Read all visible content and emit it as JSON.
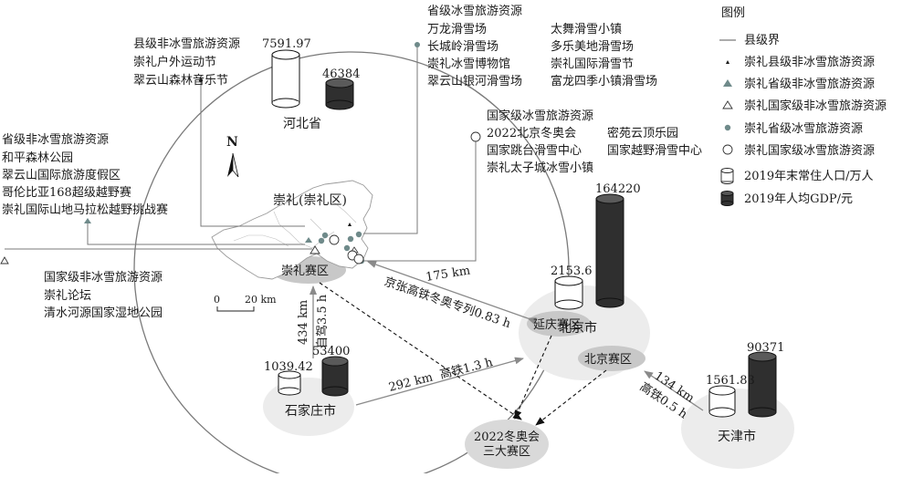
{
  "legend": {
    "title": "图例",
    "items": [
      {
        "symbol": "line",
        "label": "县级界"
      },
      {
        "symbol": "small-triangle",
        "label": "崇礼县级非冰雪旅游资源"
      },
      {
        "symbol": "filled-triangle",
        "label": "崇礼省级非冰雪旅游资源"
      },
      {
        "symbol": "open-triangle",
        "label": "崇礼国家级非冰雪旅游资源"
      },
      {
        "symbol": "filled-circle",
        "label": "崇礼省级冰雪旅游资源"
      },
      {
        "symbol": "open-circle",
        "label": "崇礼国家级冰雪旅游资源"
      },
      {
        "symbol": "white-cylinder",
        "label": "2019年末常住人口/万人"
      },
      {
        "symbol": "black-cylinder",
        "label": "2019年人均GDP/元"
      }
    ]
  },
  "province": {
    "name": "河北省",
    "population": "7591.97",
    "gdp": "46384"
  },
  "cities": {
    "beijing": {
      "name": "北京市",
      "population": "2153.6",
      "gdp": "164220"
    },
    "tianjin": {
      "name": "天津市",
      "population": "1561.83",
      "gdp": "90371"
    },
    "shijiazhuang": {
      "name": "石家庄市",
      "population": "1039.42",
      "gdp": "53400"
    }
  },
  "zones": {
    "chongli": "崇礼赛区",
    "yanqing": "延庆赛区",
    "beijing": "北京赛区",
    "olympic": [
      "2022冬奥会",
      "三大赛区"
    ]
  },
  "district_label": "崇礼(崇礼区)",
  "scale": {
    "zero": "0",
    "dist": "20 km"
  },
  "north": "N",
  "routes": {
    "hsr_beijing": {
      "dist": "175 km",
      "desc": "京张高铁冬奥专列0.83 h"
    },
    "drive_sjz": {
      "dist": "434 km",
      "desc": "自驾3.5 h"
    },
    "hsr_sjz": {
      "dist": "292 km",
      "desc": "高铁1.3 h"
    },
    "hsr_tianjin": {
      "dist": "134 km",
      "desc": "高铁0.5 h"
    }
  },
  "callouts": {
    "county_non_snow": [
      "县级非冰雪旅游资源",
      "崇礼户外运动节",
      "翠云山森林音乐节"
    ],
    "prov_snow": [
      [
        "省级冰雪旅游资源"
      ],
      [
        "万龙滑雪场",
        "太舞滑雪小镇"
      ],
      [
        "长城岭滑雪场",
        "多乐美地滑雪场"
      ],
      [
        "崇礼冰雪博物馆",
        "崇礼国际滑雪节"
      ],
      [
        "翠云山银河滑雪场",
        "富龙四季小镇滑雪场"
      ]
    ],
    "prov_non_snow": [
      "省级非冰雪旅游资源",
      "和平森林公园",
      "翠云山国际旅游度假区",
      "哥伦比亚168超级越野赛",
      "崇礼国际山地马拉松越野挑战赛"
    ],
    "nat_snow": [
      [
        "国家级冰雪旅游资源"
      ],
      [
        "2022北京冬奥会",
        "密苑云顶乐园"
      ],
      [
        "国家跳台滑雪中心",
        "国家越野滑雪中心"
      ],
      [
        "崇礼太子城冰雪小镇"
      ]
    ],
    "nat_non_snow": [
      "国家级非冰雪旅游资源",
      "崇礼论坛",
      "清水河源国家湿地公园"
    ]
  }
}
